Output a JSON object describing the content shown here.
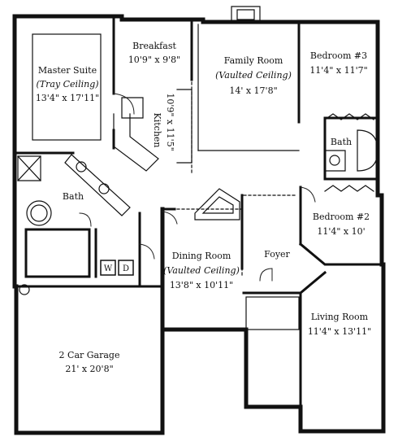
{
  "rooms": {
    "master": {
      "name": "Master Suite",
      "note": "(Tray Ceiling)",
      "dims": "13'4\" x 17'11\""
    },
    "breakfast": {
      "name": "Breakfast",
      "dims": "10'9\" x 9'8\""
    },
    "family": {
      "name": "Family Room",
      "note": "(Vaulted Ceiling)",
      "dims": "14' x 17'8\""
    },
    "bedroom3": {
      "name": "Bedroom #3",
      "dims": "11'4\" x 11'7\""
    },
    "kitchen": {
      "name": "Kitchen",
      "dims": "10'9\" x 11'5\""
    },
    "bath_master": {
      "name": "Bath"
    },
    "bath_hall": {
      "name": "Bath"
    },
    "bedroom2": {
      "name": "Bedroom #2",
      "dims": "11'4\" x 10'"
    },
    "dining": {
      "name": "Dining Room",
      "note": "(Vaulted Ceiling)",
      "dims": "13'8\" x 10'11\""
    },
    "foyer": {
      "name": "Foyer"
    },
    "living": {
      "name": "Living Room",
      "dims": "11'4\" x 13'11\""
    },
    "garage": {
      "name": "2 Car Garage",
      "dims": "21' x 20'8\""
    }
  },
  "laundry": {
    "washer": "W",
    "dryer": "D"
  }
}
